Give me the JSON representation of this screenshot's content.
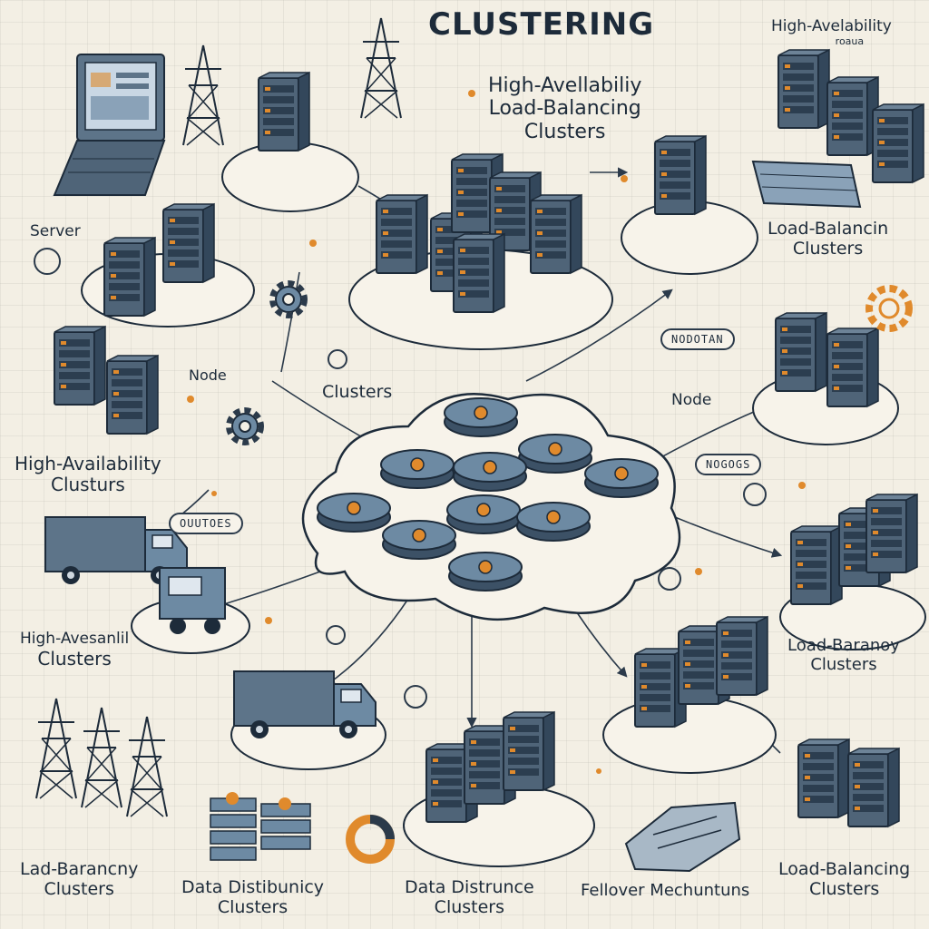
{
  "title": "CLUSTERING",
  "labels": {
    "top_right_a": "High-Avelability",
    "top_right_b": "roaua",
    "center_top_1": "High-Avellabiliy",
    "center_top_2": "Load-Balancing",
    "center_top_3": "Clusters",
    "servers": "Server",
    "load_bal_right_1": "Load-Balancin",
    "load_bal_right_2": "Clusters",
    "node_left": "Node",
    "clusters_center": "Clusters",
    "node_right": "Node",
    "ha_left_1": "High-Availability",
    "ha_left_2": "Clusturs",
    "ha_low_left_1": "High-Avesanlil",
    "ha_low_left_2": "Clusters",
    "load_bar_right_1": "Load-Baranoy",
    "load_bar_right_2": "Clusters",
    "bottom_1_a": "Lad-Barancny",
    "bottom_1_b": "Clusters",
    "bottom_2_a": "Data Distibunicy",
    "bottom_2_b": "Clusters",
    "bottom_3_a": "Data Distrunce",
    "bottom_3_b": "Clusters",
    "bottom_4": "Fellover Mechuntuns",
    "bottom_5_a": "Load-Balancing",
    "bottom_5_b": "Clusters"
  },
  "tags": {
    "tag_right_upper": "NODOTAN",
    "tag_right_mid": "NOGOGS",
    "tag_left_mid": "OUUTOES"
  },
  "icons": {
    "laptop": "laptop-icon",
    "tower": "power-tower-icon",
    "server_rack": "server-rack-icon",
    "cloud": "cloud-icon",
    "truck": "truck-icon",
    "gear": "gear-icon",
    "keyboard": "keyboard-icon",
    "disk": "disk-icon"
  },
  "colors": {
    "background": "#f3efe4",
    "rack": "#4f6478",
    "rack_dark": "#33475b",
    "accent": "#e08a2c",
    "ink": "#1d2b3a",
    "platform": "#f7f3ea"
  }
}
